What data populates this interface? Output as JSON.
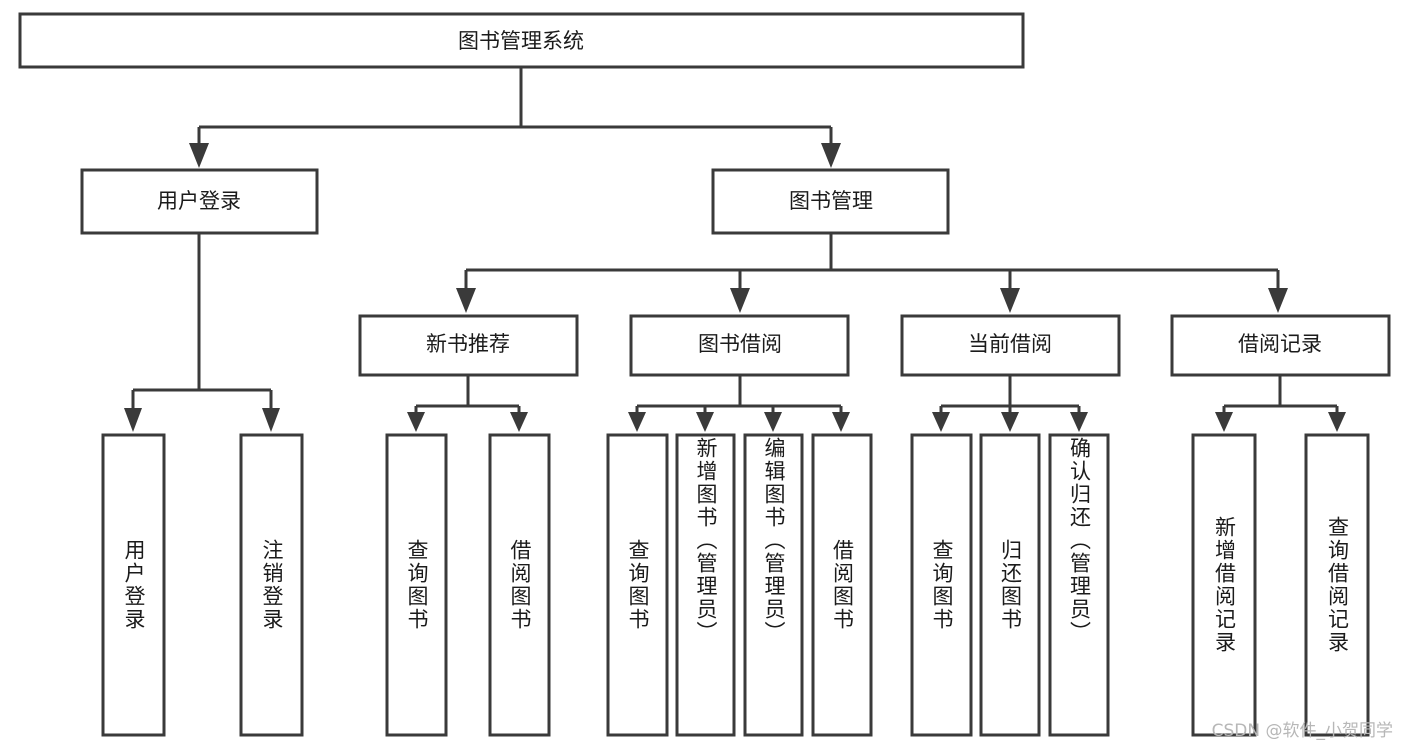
{
  "diagram": {
    "title": "图书管理系统",
    "type": "tree-hierarchy",
    "watermark": "CSDN @软件_小贺同学",
    "root": {
      "label": "图书管理系统"
    },
    "level2": [
      {
        "label": "用户登录"
      },
      {
        "label": "图书管理"
      }
    ],
    "level3": [
      {
        "label": "新书推荐"
      },
      {
        "label": "图书借阅"
      },
      {
        "label": "当前借阅"
      },
      {
        "label": "借阅记录"
      }
    ],
    "leaves": {
      "user_login": [
        {
          "label": "用户登录"
        },
        {
          "label": "注销登录"
        }
      ],
      "new_book_recommend": [
        {
          "label": "查询图书"
        },
        {
          "label": "借阅图书"
        }
      ],
      "book_borrow": [
        {
          "label": "查询图书"
        },
        {
          "label": "新增图书（管理员）"
        },
        {
          "label": "编辑图书（管理员）"
        },
        {
          "label": "借阅图书"
        }
      ],
      "current_borrow": [
        {
          "label": "查询图书"
        },
        {
          "label": "归还图书"
        },
        {
          "label": "确认归还（管理员）"
        }
      ],
      "borrow_record": [
        {
          "label": "新增借阅记录"
        },
        {
          "label": "查询借阅记录"
        }
      ]
    },
    "colors": {
      "stroke": "#3a3a3a",
      "fill": "#ffffff",
      "text": "#1b1b1b",
      "watermark": "#b7b7b7"
    }
  }
}
